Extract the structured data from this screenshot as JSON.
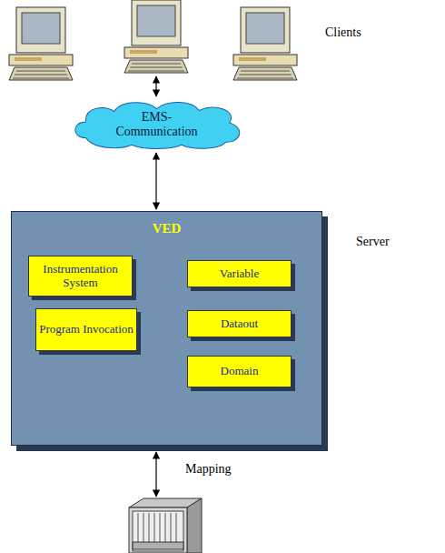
{
  "diagram": {
    "nodes": [
      {
        "text": [
          "EMS-Communication"
        ]
      },
      {
        "text": [
          "VED"
        ]
      },
      {
        "text": [
          "Instrumentation System"
        ],
        "in": 1
      },
      {
        "text": [
          "Program Invocation"
        ],
        "in": 1
      },
      {
        "text": [
          "Variable"
        ],
        "in": 1
      },
      {
        "text": [
          "Dataout"
        ],
        "in": 1
      },
      {
        "text": [
          "Domain"
        ],
        "in": 1
      }
    ],
    "edges": [
      {
        "from": 0,
        "to": 1,
        "arrow": "both"
      }
    ],
    "labels": [
      "Clients",
      "Server",
      "Mapping"
    ]
  }
}
